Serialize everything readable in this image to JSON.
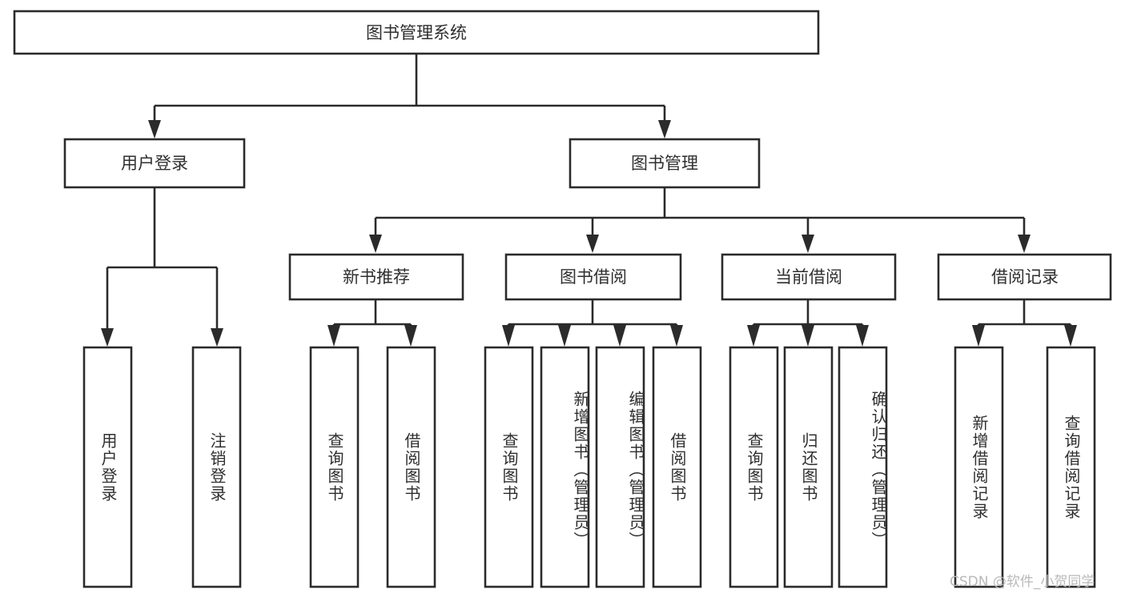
{
  "diagram": {
    "type": "tree",
    "title": "图书管理系统",
    "orientation": "top-down",
    "levels": 3,
    "root": {
      "id": "root",
      "label": "图书管理系统"
    },
    "level2": [
      {
        "id": "user-login",
        "label": "用户登录"
      },
      {
        "id": "book-manage",
        "label": "图书管理"
      }
    ],
    "level3": [
      {
        "id": "new-book-rec",
        "label": "新书推荐",
        "parent": "book-manage"
      },
      {
        "id": "book-borrow",
        "label": "图书借阅",
        "parent": "book-manage"
      },
      {
        "id": "current-borrow",
        "label": "当前借阅",
        "parent": "book-manage"
      },
      {
        "id": "borrow-record",
        "label": "借阅记录",
        "parent": "book-manage"
      }
    ],
    "leaves": {
      "user-login": [
        {
          "id": "leaf-user-login",
          "label": "用户登录"
        },
        {
          "id": "leaf-user-logout",
          "label": "注销登录"
        }
      ],
      "new-book-rec": [
        {
          "id": "leaf-query-book-1",
          "label": "查询图书"
        },
        {
          "id": "leaf-borrow-book-1",
          "label": "借阅图书"
        }
      ],
      "book-borrow": [
        {
          "id": "leaf-query-book-2",
          "label": "查询图书"
        },
        {
          "id": "leaf-add-book",
          "label": "新增图书（管理员）"
        },
        {
          "id": "leaf-edit-book",
          "label": "编辑图书（管理员）"
        },
        {
          "id": "leaf-borrow-book-2",
          "label": "借阅图书"
        }
      ],
      "current-borrow": [
        {
          "id": "leaf-query-book-3",
          "label": "查询图书"
        },
        {
          "id": "leaf-return-book",
          "label": "归还图书"
        },
        {
          "id": "leaf-confirm-return",
          "label": "确认归还（管理员）"
        }
      ],
      "borrow-record": [
        {
          "id": "leaf-add-record",
          "label": "新增借阅记录"
        },
        {
          "id": "leaf-query-record",
          "label": "查询借阅记录"
        }
      ]
    }
  },
  "watermark": {
    "text": "CSDN @软件_小贺同学"
  },
  "colors": {
    "background": "#ffffff",
    "box_fill": "#ffffff",
    "box_stroke": "#2b2b2b",
    "text": "#2f2f2f",
    "connector": "#2b2b2b",
    "watermark": "#b9b9b9"
  }
}
